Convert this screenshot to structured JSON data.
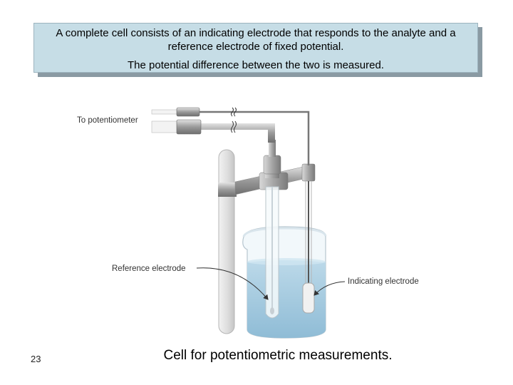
{
  "callout": {
    "line1": "A complete cell consists of an indicating electrode that responds to the analyte and a reference electrode of fixed potential.",
    "line2": "The potential difference between the two is measured."
  },
  "diagram": {
    "potentiometer_label": "To potentiometer",
    "reference_label": "Reference electrode",
    "indicating_label": "Indicating electrode"
  },
  "slide_number": "23",
  "caption": "Cell for potentiometric measurements.",
  "colors": {
    "callout_bg": "#c6dde6",
    "solution": "#9ec9df",
    "metal": "#a8a8a8"
  }
}
